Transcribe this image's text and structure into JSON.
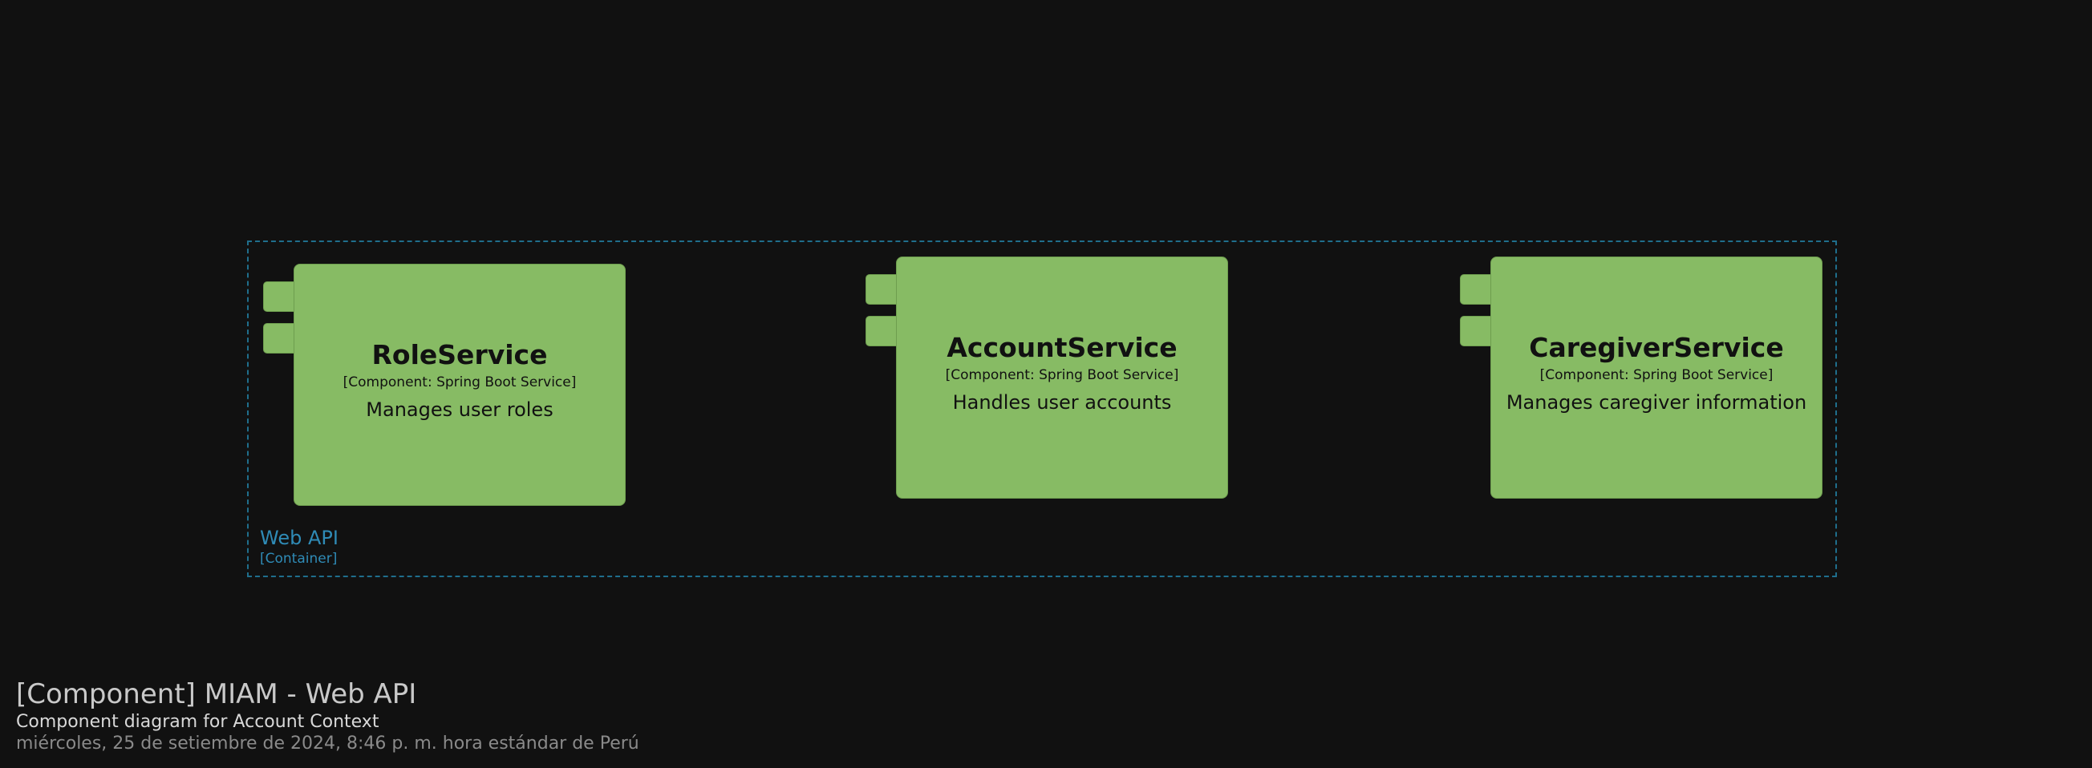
{
  "boundary": {
    "name": "Web API",
    "type": "[Container]",
    "color": "#1f6e8c"
  },
  "components": [
    {
      "name": "RoleService",
      "type": "[Component: Spring Boot Service]",
      "description": "Manages user roles",
      "color": "#87bb64"
    },
    {
      "name": "AccountService",
      "type": "[Component: Spring Boot Service]",
      "description": "Handles user accounts",
      "color": "#87bb64"
    },
    {
      "name": "CaregiverService",
      "type": "[Component: Spring Boot Service]",
      "description": "Manages caregiver information",
      "color": "#87bb64"
    }
  ],
  "footer": {
    "title": "[Component] MIAM - Web API",
    "subtitle": "Component diagram for Account Context",
    "timestamp": "miércoles, 25 de setiembre de 2024, 8:46 p. m. hora estándar de Perú"
  },
  "background_color": "#111111"
}
